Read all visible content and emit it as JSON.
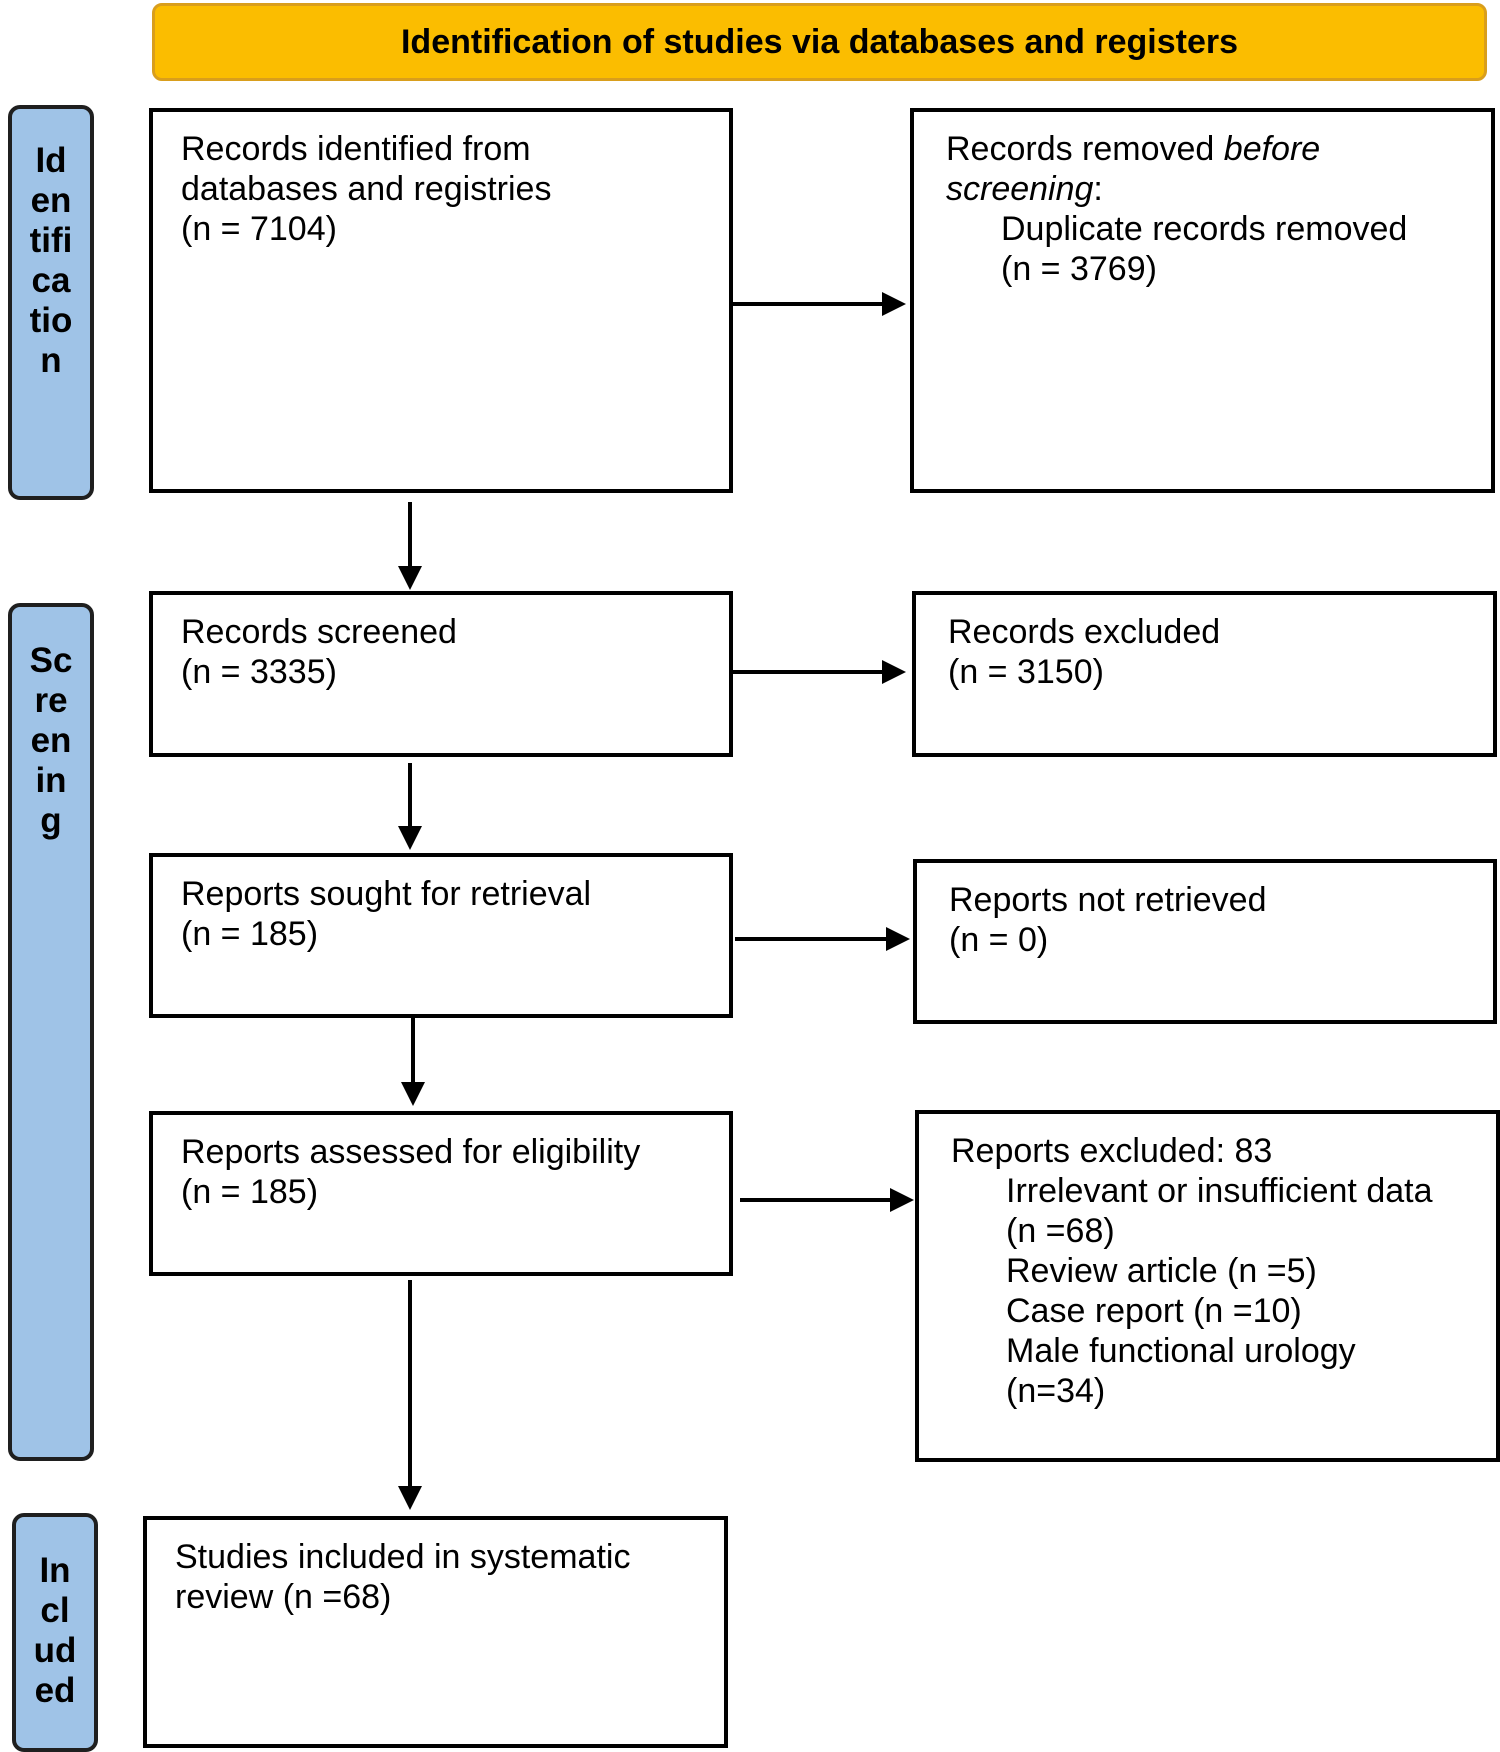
{
  "header": {
    "title": "Identification of studies via databases and registers"
  },
  "phases": {
    "identification": [
      "Id",
      "en",
      "tifi",
      "ca",
      "tio",
      "n"
    ],
    "screening": [
      "Sc",
      "re",
      "en",
      "in",
      "g"
    ],
    "included": [
      "In",
      "cl",
      "ud",
      "ed"
    ]
  },
  "boxes": {
    "records_identified": {
      "line1": "Records identified from",
      "line2": "databases and registries",
      "count": "(n = 7104)"
    },
    "records_removed": {
      "line1_prefix": "Records removed ",
      "line1_italic": "before",
      "line2_italic": "screening",
      "line2_suffix": ":",
      "item": "Duplicate records removed",
      "count": "(n = 3769)"
    },
    "records_screened": {
      "line1": "Records screened",
      "count": "(n = 3335)"
    },
    "records_excluded": {
      "line1": "Records excluded",
      "count": "(n = 3150)"
    },
    "reports_sought": {
      "line1": "Reports sought for retrieval",
      "count": "(n = 185)"
    },
    "reports_not_retrieved": {
      "line1": "Reports not retrieved",
      "count": "(n = 0)"
    },
    "reports_assessed": {
      "line1": "Reports assessed for eligibility",
      "count": "(n = 185)"
    },
    "reports_excluded": {
      "line1": "Reports excluded: 83",
      "items": [
        "Irrelevant or insufficient data",
        "(n =68)",
        "Review article (n =5)",
        "Case report (n =10)",
        "Male functional urology",
        "(n=34)"
      ]
    },
    "studies_included": {
      "line1": "Studies included in systematic",
      "line2": "review (n =68)"
    }
  }
}
